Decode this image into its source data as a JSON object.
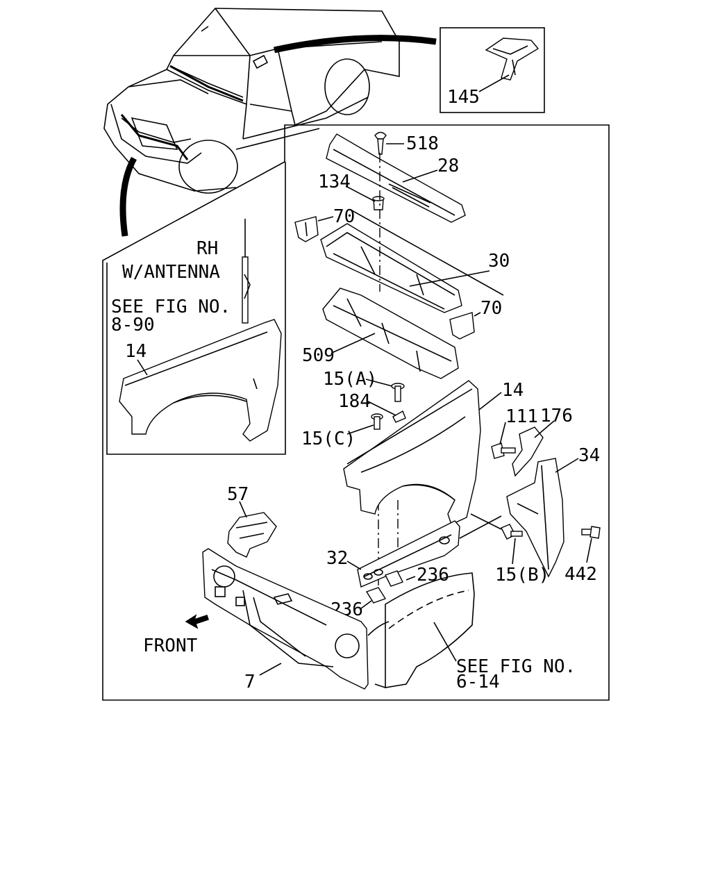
{
  "diagram": {
    "callouts": {
      "c145": "145",
      "c518": "518",
      "c28": "28",
      "c134": "134",
      "c70a": "70",
      "c30": "30",
      "c70b": "70",
      "c509": "509",
      "c14a": "14",
      "c14b": "14",
      "c15a": "15(A)",
      "c184": "184",
      "c15c": "15(C)",
      "c111": "111",
      "c176": "176",
      "c34": "34",
      "c57": "57",
      "c32": "32",
      "c236a": "236",
      "c236b": "236",
      "c15b": "15(B)",
      "c442": "442",
      "c7": "7"
    },
    "notes": {
      "rh": "RH",
      "antenna": "W/ANTENNA",
      "see_fig_1": "SEE FIG NO.",
      "see_fig_1_num": "8-90",
      "front": "FRONT",
      "see_fig_2": "SEE FIG NO.",
      "see_fig_2_num": "6-14"
    }
  }
}
